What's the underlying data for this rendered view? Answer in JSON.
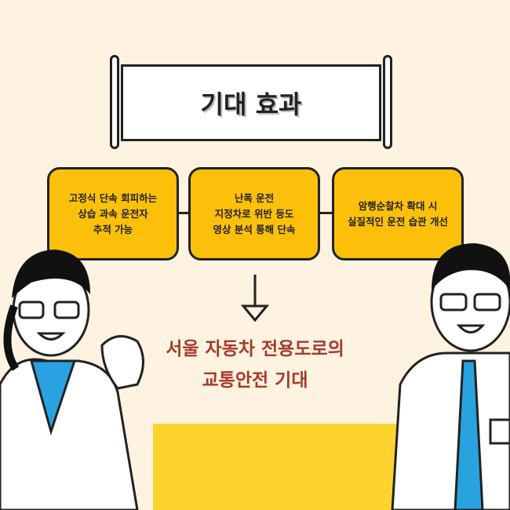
{
  "title": "기대 효과",
  "effects": [
    {
      "text": "고정식 단속 회피하는\n상습 과속 운전자\n추적 가능"
    },
    {
      "text": "난폭 운전\n지정차로 위반 등도\n영상 분석 통해 단속"
    },
    {
      "text": "암행순찰차 확대 시\n실질적인 운전 습관 개선"
    }
  ],
  "result": "서울 자동차 전용도로의\n교통안전 기대",
  "colors": {
    "background": "#fdf3e0",
    "box": "#fcc00a",
    "result_text": "#a63a2b",
    "tie": "#29a3e0"
  }
}
